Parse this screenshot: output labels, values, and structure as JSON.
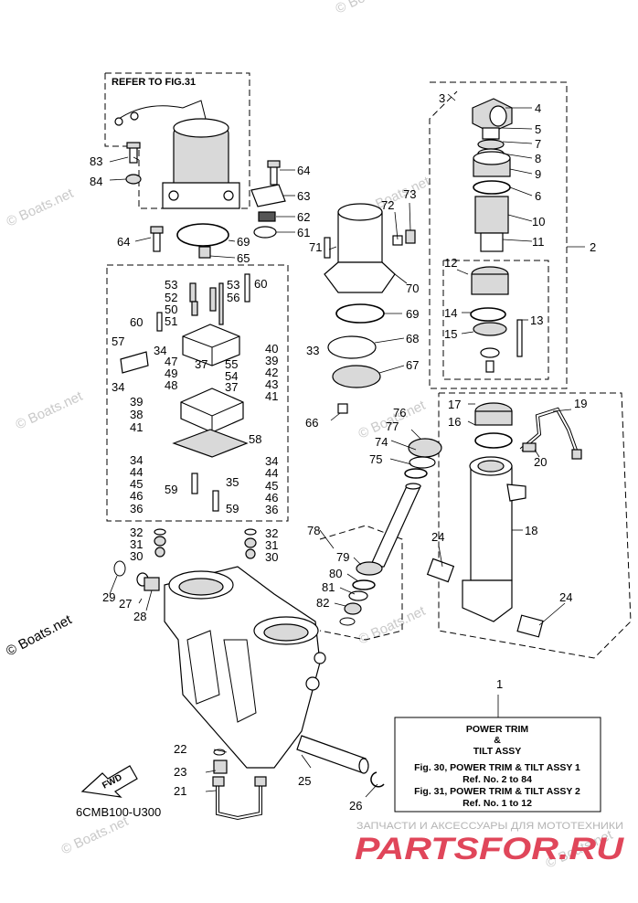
{
  "diagram": {
    "refer_box_title": "REFER TO FIG.31",
    "diagram_code": "6CMB100-U300",
    "fwd_label": "FWD",
    "watermark": "© Boats.net",
    "info_box": {
      "number": "1",
      "title_line1": "POWER TRIM",
      "title_line2": "&",
      "title_line3": "TILT ASSY",
      "line4": "Fig. 30, POWER TRIM & TILT ASSY 1",
      "line5": "Ref. No. 2 to 84",
      "line6": "Fig. 31, POWER TRIM & TILT ASSY 2",
      "line7": "Ref. No. 1 to 12"
    },
    "brand": {
      "tagline": "ЗАПЧАСТИ И АКСЕССУАРЫ ДЛЯ МОТОТЕХНИКИ",
      "logo": "PARTSFOR.RU"
    },
    "callouts": [
      "2",
      "3",
      "4",
      "5",
      "6",
      "7",
      "8",
      "9",
      "10",
      "11",
      "12",
      "13",
      "14",
      "15",
      "16",
      "17",
      "18",
      "19",
      "20",
      "21",
      "22",
      "23",
      "24",
      "25",
      "26",
      "27",
      "28",
      "29",
      "30",
      "31",
      "32",
      "33",
      "34",
      "35",
      "36",
      "37",
      "38",
      "39",
      "40",
      "41",
      "42",
      "43",
      "44",
      "45",
      "46",
      "47",
      "48",
      "49",
      "50",
      "51",
      "52",
      "53",
      "54",
      "55",
      "56",
      "57",
      "58",
      "59",
      "60",
      "61",
      "62",
      "63",
      "64",
      "65",
      "66",
      "67",
      "68",
      "69",
      "70",
      "71",
      "72",
      "73",
      "74",
      "75",
      "76",
      "77",
      "78",
      "79",
      "80",
      "81",
      "82",
      "83",
      "84"
    ]
  }
}
